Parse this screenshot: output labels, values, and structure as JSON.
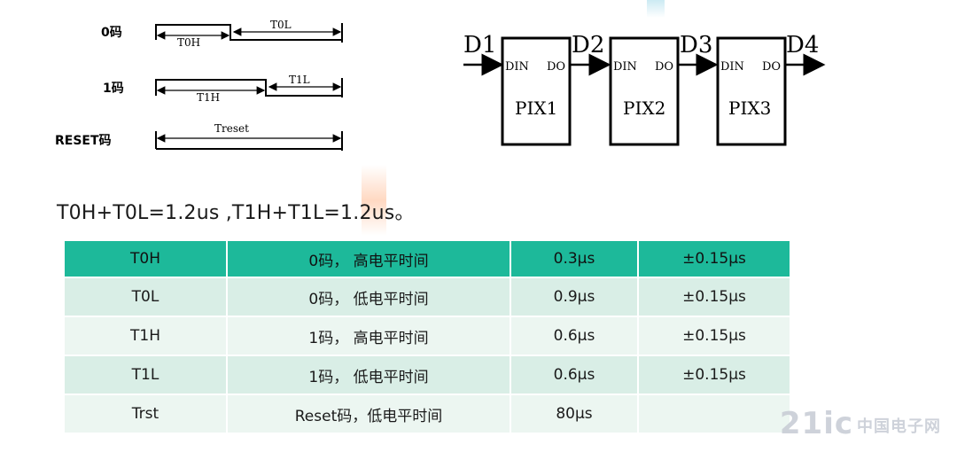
{
  "timing": {
    "rows": [
      {
        "label": "0码",
        "high": "T0H",
        "low": "T0L"
      },
      {
        "label": "1码",
        "high": "T1H",
        "low": "T1L"
      },
      {
        "label": "RESET码",
        "span": "Treset"
      }
    ]
  },
  "chain": {
    "signals": [
      "D1",
      "D2",
      "D3",
      "D4"
    ],
    "pins": {
      "din": "DIN",
      "do": "DO"
    },
    "pixels": [
      "PIX1",
      "PIX2",
      "PIX3"
    ]
  },
  "formula": "T0H+T0L=1.2us ,T1H+T1L=1.2us。",
  "table": {
    "rows": [
      [
        "T0H",
        "0码，  高电平时间",
        "0.3μs",
        "±0.15μs"
      ],
      [
        "T0L",
        "0码，  低电平时间",
        "0.9μs",
        "±0.15μs"
      ],
      [
        "T1H",
        "1码，  高电平时间",
        "0.6μs",
        "±0.15μs"
      ],
      [
        "T1L",
        "1码，  低电平时间",
        "0.6μs",
        "±0.15μs"
      ],
      [
        "Trst",
        "Reset码，低电平时间",
        "80μs",
        ""
      ]
    ]
  },
  "watermark": {
    "brand": "21ic",
    "cn": "中国电子网"
  },
  "colors": {
    "header_row": "#1db99a",
    "row_alt1": "#d9eee6",
    "row_alt2": "#ecf6f1"
  }
}
